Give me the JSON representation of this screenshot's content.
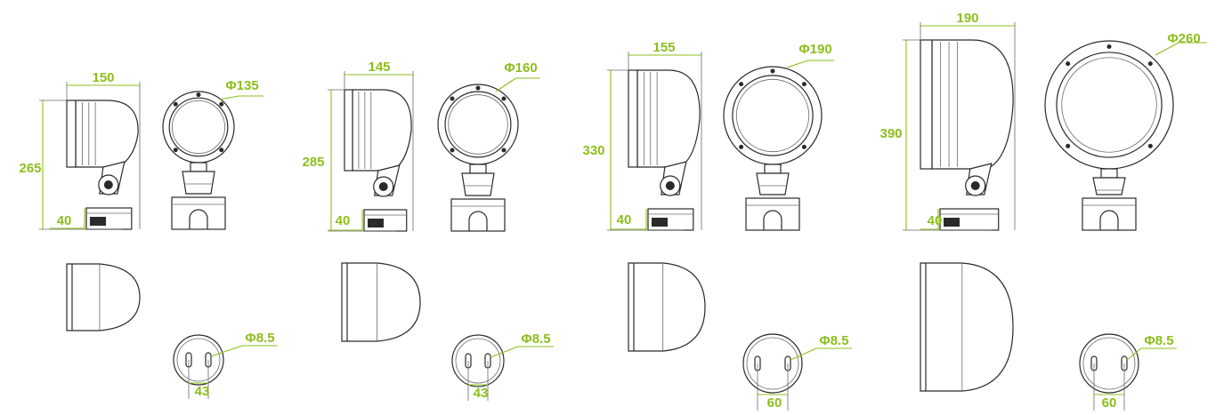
{
  "colors": {
    "dimension": "#8cbf1c",
    "outline": "#2a2a2a"
  },
  "products": [
    {
      "width_label": "150",
      "height_label": "265",
      "base_label": "40",
      "diameter_label": "Φ135",
      "hole_label": "Φ8.5",
      "spacing_label": "43"
    },
    {
      "width_label": "145",
      "height_label": "285",
      "base_label": "40",
      "diameter_label": "Φ160",
      "hole_label": "Φ8.5",
      "spacing_label": "43"
    },
    {
      "width_label": "155",
      "height_label": "330",
      "base_label": "40",
      "diameter_label": "Φ190",
      "hole_label": "Φ8.5",
      "spacing_label": "60"
    },
    {
      "width_label": "190",
      "height_label": "390",
      "base_label": "40",
      "diameter_label": "Φ260",
      "hole_label": "Φ8.5",
      "spacing_label": "60"
    }
  ]
}
